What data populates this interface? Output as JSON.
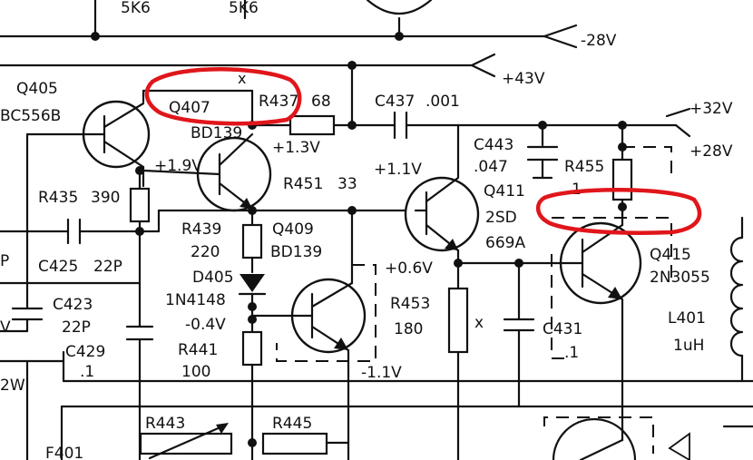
{
  "labels": {
    "r_5k6_a": "5K6",
    "r_5k6_b": "5K6",
    "rail_m28": "-28V",
    "rail_43": "+43V",
    "rail_32": "+32V",
    "rail_28": "+28V",
    "q405_ref": "Q405",
    "q405_part": "BC556B",
    "q407_ref": "Q407",
    "q407_part": "BD139",
    "x_top": "x",
    "r437": "R437",
    "r437_val": "68",
    "c437": "C437",
    "c437_val": ".001",
    "v_13": "+1.3V",
    "v_19": "+1.9V",
    "r435": "R435",
    "r435_val": "390",
    "r451": "R451",
    "r451_val": "33",
    "v_11": "+1.1V",
    "c443": "C443",
    "c443_val": ".047",
    "r455": "R455",
    "r455_val": "1",
    "q411_ref": "Q411",
    "q411_p1": "2SD",
    "q411_p2": "669A",
    "c425": "C425",
    "c425_val": "22P",
    "c_left_frag": "P",
    "r439": "R439",
    "r439_val": "220",
    "q409_ref": "Q409",
    "q409_part": "BD139",
    "q415_ref": "Q415",
    "q415_part": "2N3055",
    "v_06": "+0.6V",
    "d405": "D405",
    "d405_part": "1N4148",
    "c423": "C423",
    "c423_val": "22P",
    "r453": "R453",
    "r453_val": "180",
    "x_mid": "x",
    "c431": "C431",
    "c431_val": ".1",
    "l401": "L401",
    "l401_val": "1uH",
    "v_m04": "-0.4V",
    "v_left_frag": "V",
    "c429": "C429",
    "c429_val": ".1",
    "r441": "R441",
    "r441_val": "100",
    "v_m11": "-1.1V",
    "w_frag": "2W",
    "r443": "R443",
    "r445": "R445",
    "f401_frag": "F401"
  },
  "colors": {
    "ink": "#111111",
    "annotation": "#e0161b",
    "paper": "#ffffff"
  }
}
